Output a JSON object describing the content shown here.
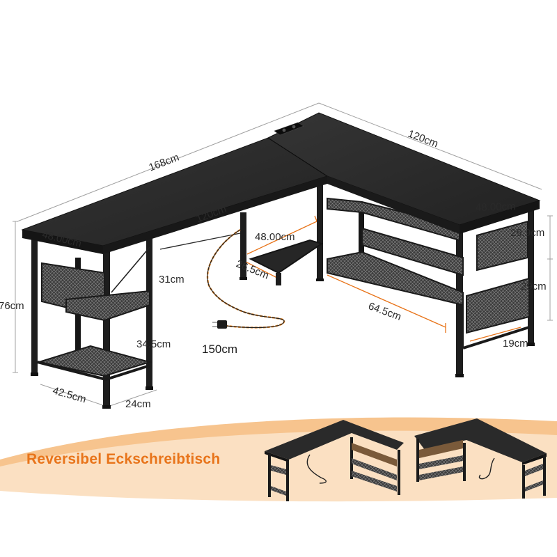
{
  "colors": {
    "desk_top": "#2b2b2b",
    "frame": "#1c1c1c",
    "mesh": "#5a5a5a",
    "dimension_line": "#9a9a9a",
    "accent_orange": "#e8741a",
    "cable": "#f08a24"
  },
  "dimensions": {
    "total_length": "168cm",
    "right_length": "120cm",
    "inner_length": "120cm",
    "left_depth": "48.00cm",
    "right_depth": "48.00cm",
    "inner_depth": "48.00cm",
    "height": "76cm",
    "left_shelf_gap_upper": "31cm",
    "left_shelf_gap_lower": "34.5cm",
    "left_base_width": "42.5cm",
    "left_base_depth": "24cm",
    "cpu_stand_depth": "26.5cm",
    "shelf_length": "64.5cm",
    "right_shelf_gap_upper": "29.9cm",
    "right_shelf_gap_lower": "29cm",
    "right_shelf_depth": "19cm",
    "cable_length": "150cm"
  },
  "banner": {
    "title": "Reversibel Eckschreibtisch"
  },
  "icons": {
    "power_outlet": "power-socket-icon",
    "power_plug": "power-plug-icon"
  }
}
